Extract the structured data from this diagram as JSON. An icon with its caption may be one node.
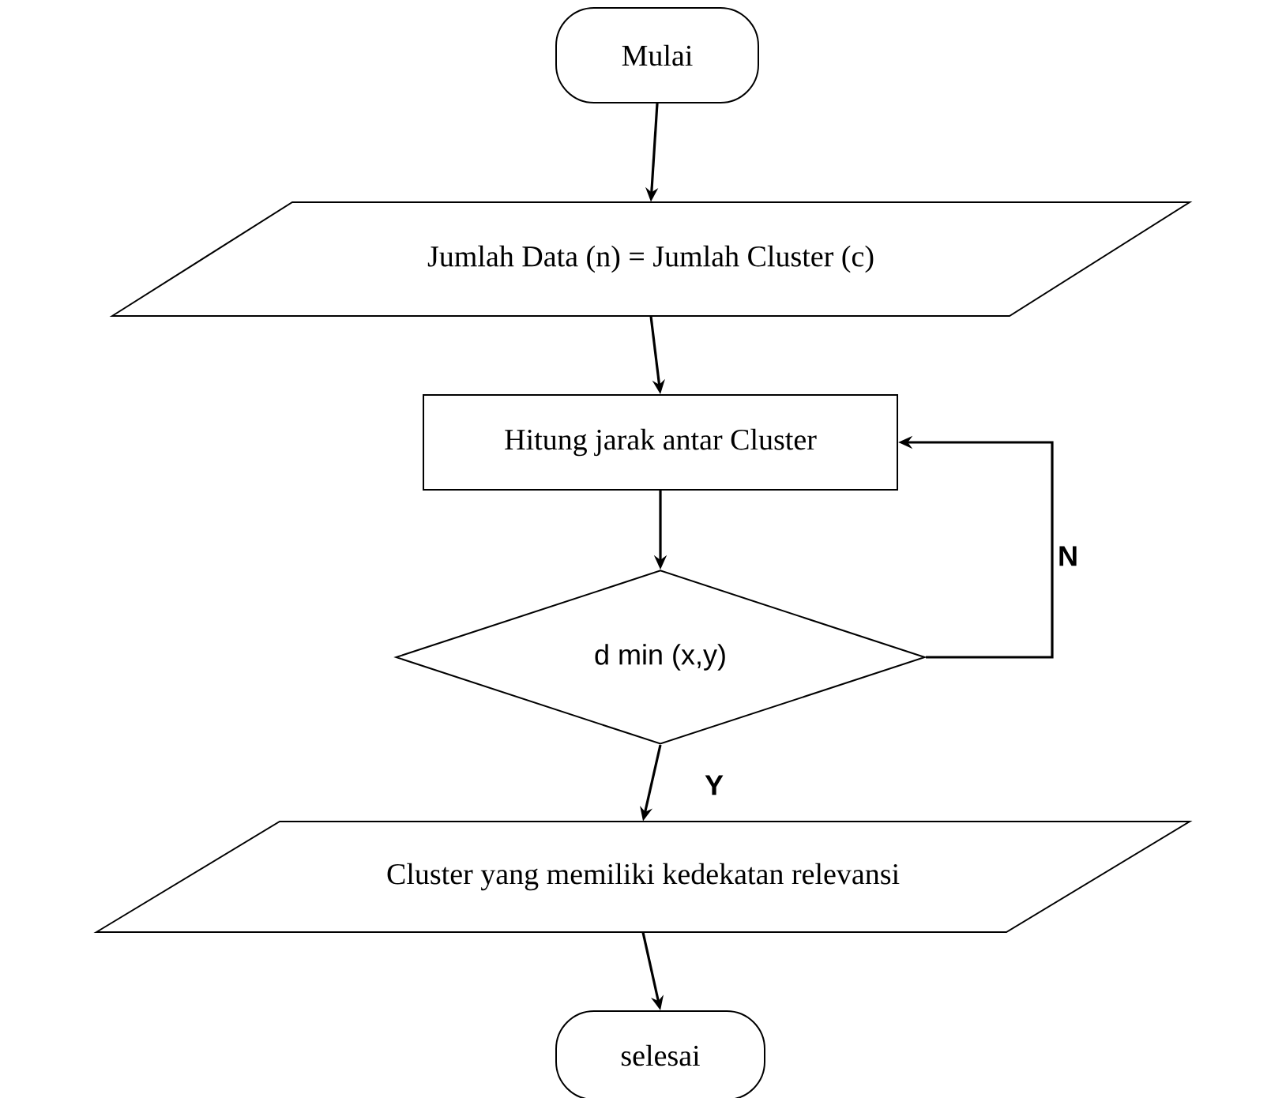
{
  "diagram": {
    "nodes": [
      {
        "text": [
          "Mulai"
        ]
      },
      {
        "text": [
          "Jumlah Data (n) = Jumlah Cluster (c)"
        ]
      },
      {
        "text": [
          "Hitung jarak antar Cluster"
        ]
      },
      {
        "text": [
          "d min (x,y)"
        ]
      },
      {
        "text": [
          "Cluster yang memiliki kedekatan relevansi"
        ]
      },
      {
        "text": [
          "selesai"
        ]
      }
    ],
    "edges": [
      {
        "from": 0,
        "to": 1,
        "arrow": "to"
      },
      {
        "from": 1,
        "to": 2,
        "arrow": "to"
      },
      {
        "from": 2,
        "to": 3,
        "arrow": "to"
      },
      {
        "from": 3,
        "to": 4,
        "arrow": "to",
        "label": "Y"
      },
      {
        "from": 3,
        "to": 2,
        "arrow": "to",
        "label": "N"
      },
      {
        "from": 4,
        "to": 5,
        "arrow": "to"
      }
    ]
  }
}
